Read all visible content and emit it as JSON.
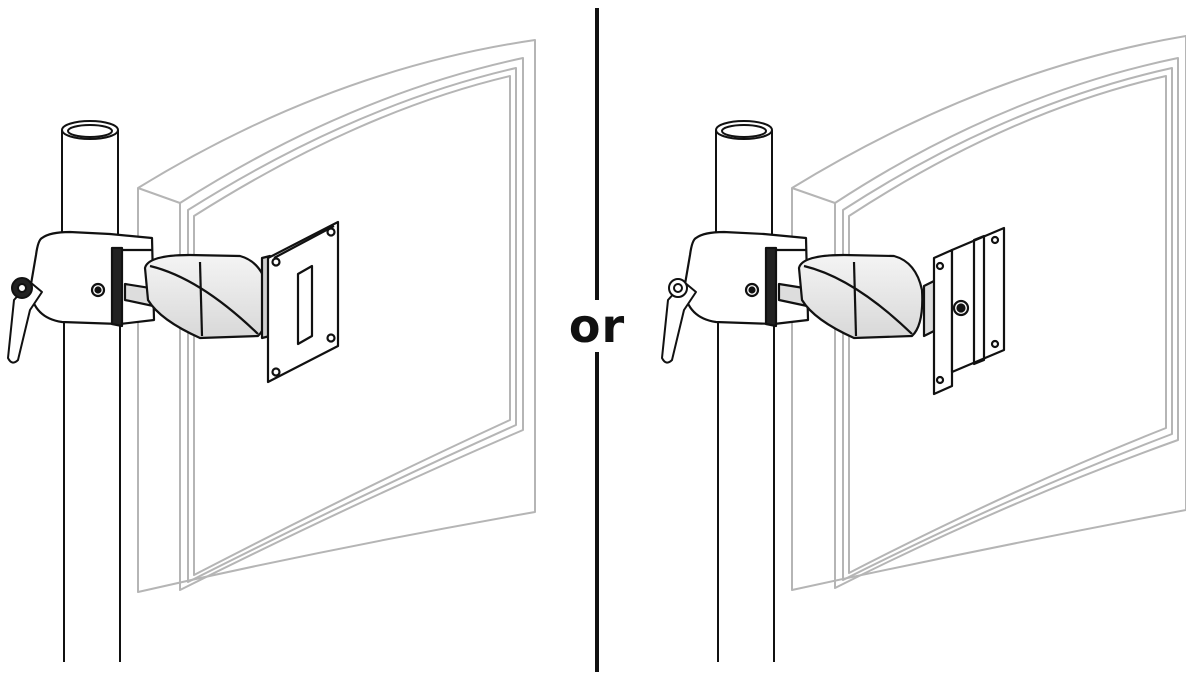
{
  "divider": {
    "label": "or"
  },
  "colors": {
    "monitor_outline": "#b5b5b5",
    "hardware_outline": "#111111",
    "background": "#ffffff",
    "divider": "#111111"
  },
  "panels": [
    {
      "id": "left",
      "mount_plate": "flat-vesa-plate"
    },
    {
      "id": "right",
      "mount_plate": "channel-adapter-plate"
    }
  ]
}
